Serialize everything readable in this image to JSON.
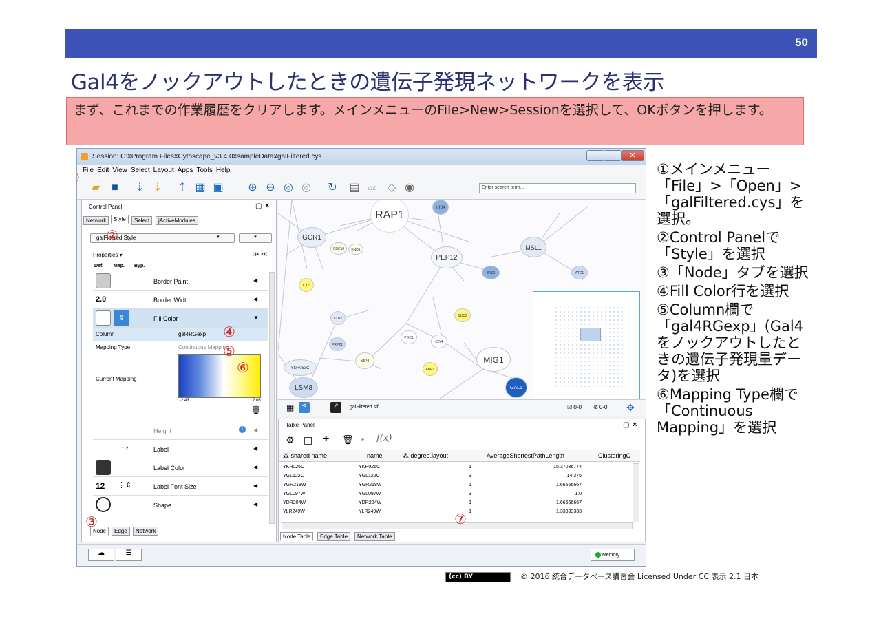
{
  "slide": {
    "page_number": "50",
    "title": "Gal4をノックアウトしたときの遺伝子発現ネットワークを表示",
    "instruction": "まず、これまでの作業履歴をクリアします。メインメニューのFile>New>Sessionを選択して、OKボタンを押します。",
    "footer_text": "© 2016  統合データベース講習会 Licensed Under CC 表示 2.1 日本",
    "cc_badge": "(cc) BY"
  },
  "window": {
    "title": "Session: C:¥Program Files¥Cytoscape_v3.4.0¥sampleData¥galFiltered.cys",
    "menu": [
      "File",
      "Edit",
      "View",
      "Select",
      "Layout",
      "Apps",
      "Tools",
      "Help"
    ],
    "search_placeholder": "Enter search term..."
  },
  "control_panel": {
    "header": "Control Panel",
    "tabs": [
      "Network",
      "Style",
      "Select",
      "jActiveModules"
    ],
    "active_tab": "Style",
    "style_select": "galFiltered Style",
    "properties_label": "Properties ▾",
    "col_heads": [
      "Def.",
      "Map.",
      "Byp."
    ],
    "rows": [
      {
        "def": "",
        "label": "Border Paint"
      },
      {
        "def": "2.0",
        "label": "Border Width"
      },
      {
        "def": "",
        "label": "Fill Color"
      },
      {
        "def": "",
        "label": "Height"
      },
      {
        "def": "",
        "label": "Label"
      },
      {
        "def": "",
        "label": "Label Color"
      },
      {
        "def": "12",
        "label": "Label Font Size"
      },
      {
        "def": "",
        "label": "Shape"
      }
    ],
    "mapping": {
      "column_label": "Column",
      "column_value": "gal4RGexp",
      "type_label": "Mapping Type",
      "type_value": "Continuous Mapping",
      "current_label": "Current Mapping",
      "min": "-2.43",
      "max": "2.06"
    },
    "bottom_tabs": [
      "Node",
      "Edge",
      "Network"
    ]
  },
  "network": {
    "file": "galFiltered.sif",
    "sel_nodes": "0-0",
    "sel_edges": "0-0"
  },
  "table_panel": {
    "header": "Table Panel",
    "columns": [
      "shared name",
      "name",
      "degree.layout",
      "AverageShortestPathLength",
      "ClusteringC"
    ],
    "rows": [
      [
        "YKR026C",
        "YKR026C",
        "1",
        "15.37086774"
      ],
      [
        "YGL122C",
        "YGL122C",
        "3",
        "14.375"
      ],
      [
        "YGR218W",
        "YGR218W",
        "1",
        "1.66666667"
      ],
      [
        "YGL097W",
        "YGL097W",
        "3",
        "1.0"
      ],
      [
        "YDR204W",
        "YDR204W",
        "1",
        "1.66666667"
      ],
      [
        "YLR249W",
        "YLR249W",
        "1",
        "1.33333333"
      ]
    ],
    "tabs": [
      "Node Table",
      "Edge Table",
      "Network Table"
    ]
  },
  "status": {
    "memory": "Memory"
  },
  "markers": [
    "①",
    "②",
    "③",
    "④",
    "⑤",
    "⑥",
    "⑦"
  ],
  "notes": [
    "①メインメニュー「File」>「Open」>「galFiltered.cys」を選択。",
    "②Control Panelで「Style」を選択",
    "③「Node」タブを選択",
    "④Fill Color行を選択",
    "⑤Column欄で「gal4RGexp」(Gal4をノックアウトしたときの遺伝子発現量データ)を選択",
    "⑥Mapping Type欄で「Continuous Mapping」を選択"
  ],
  "colors": {
    "header_bar": "#3d53b8",
    "instruction_bg": "#f6a8a8",
    "marker": "#d42020"
  }
}
